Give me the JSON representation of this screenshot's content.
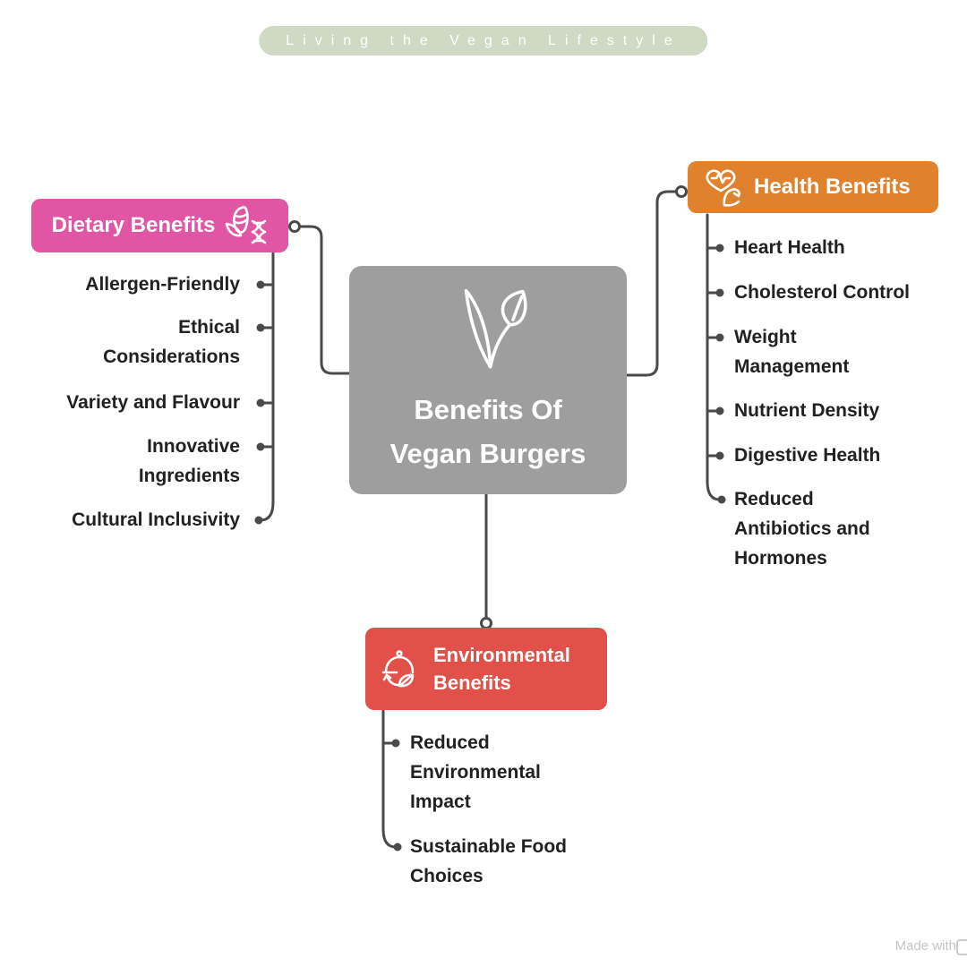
{
  "banner": {
    "text": "Living the Vegan Lifestyle"
  },
  "center": {
    "title_line1": "Benefits Of",
    "title_line2": "Vegan Burgers",
    "icon": "leaf-v-logo"
  },
  "branches": {
    "dietary": {
      "label": "Dietary Benefits",
      "color": "#e156a4",
      "icon": "corn-dna-icon",
      "items": [
        "Allergen-Friendly",
        "Ethical\nConsiderations",
        "Variety and Flavour",
        "Innovative\nIngredients",
        "Cultural Inclusivity"
      ]
    },
    "health": {
      "label": "Health Benefits",
      "color": "#e0812d",
      "icon": "heart-muscle-icon",
      "items": [
        "Heart Health",
        "Cholesterol Control",
        "Weight\nManagement",
        "Nutrient Density",
        "Digestive Health",
        "Reduced\nAntibiotics and\nHormones"
      ]
    },
    "environmental": {
      "label": "Environmental\nBenefits",
      "color": "#e15049",
      "icon": "cloche-leaf-icon",
      "items": [
        "Reduced\nEnvironmental\nImpact",
        "Sustainable Food\nChoices"
      ]
    }
  },
  "footer": {
    "text": "Made with"
  },
  "colors": {
    "central_node": "#9e9e9e",
    "connector": "#4a4a4a",
    "banner_bg": "#cfd9c4",
    "item_text": "#212121",
    "node_text": "#ffffff"
  }
}
